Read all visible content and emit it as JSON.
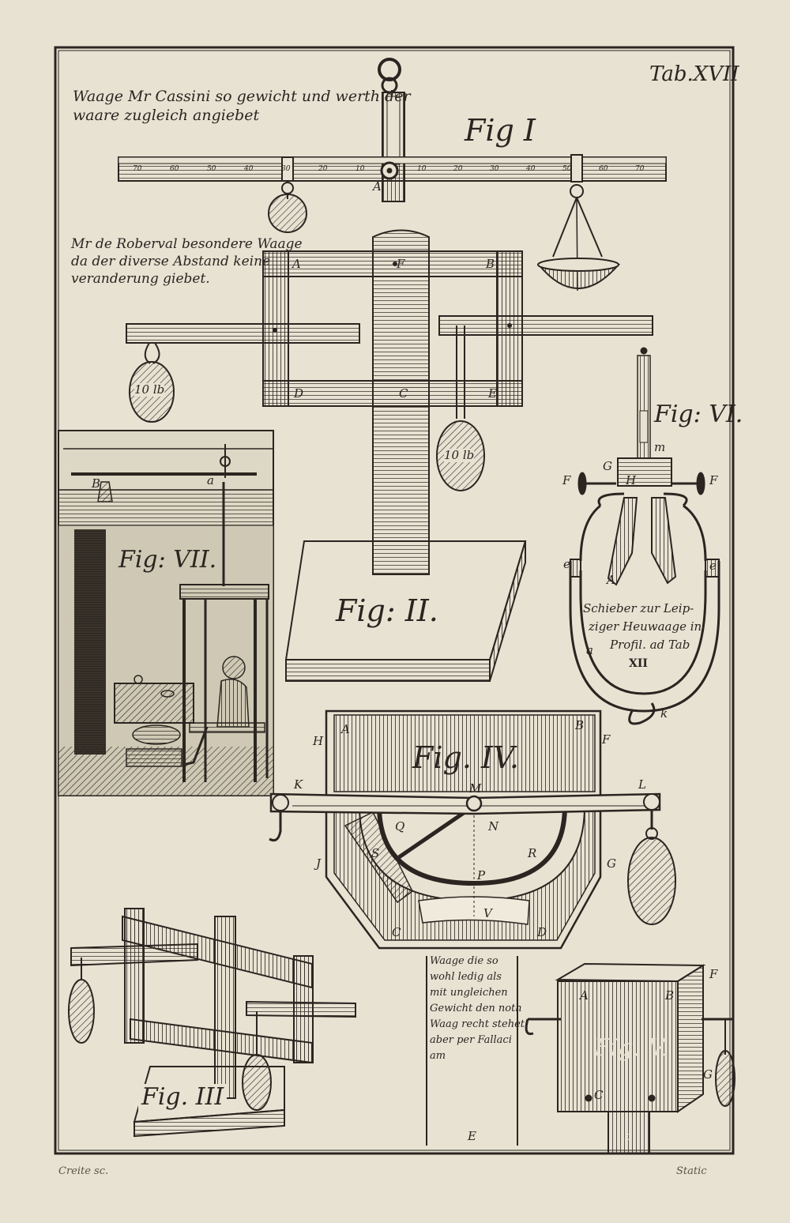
{
  "plate": {
    "tab_label": "Tab.XVII",
    "engraver": "Creite sc.",
    "series": "Static"
  },
  "fig1": {
    "label": "Fig I",
    "caption_line1": "Waage Mr Cassini so gewicht und werth der",
    "caption_line2": "waare zugleich angiebet",
    "pivot_letter": "A",
    "scale_left": [
      "70",
      "60",
      "50",
      "40",
      "30",
      "20",
      "10"
    ],
    "scale_right": [
      "10",
      "20",
      "30",
      "40",
      "50",
      "60",
      "70"
    ]
  },
  "fig2": {
    "label": "Fig: II.",
    "caption_line1": "Mr de Roberval besondere Waage",
    "caption_line2": "da der diverse Abstand keine",
    "caption_line3": "veranderung giebet.",
    "letters": [
      "A",
      "F",
      "B",
      "D",
      "C",
      "E"
    ],
    "weight_left": "10 lb",
    "weight_right": "10 lb"
  },
  "fig3": {
    "label": "Fig. III"
  },
  "fig4": {
    "label": "Fig. IV.",
    "letters": [
      "H",
      "A",
      "B",
      "F",
      "K",
      "M",
      "L",
      "N",
      "Q",
      "R",
      "S",
      "P",
      "J",
      "G",
      "V",
      "C",
      "D"
    ],
    "caption_line1": "Waage die so",
    "caption_line2": "wohl ledig als",
    "caption_line3": "mit ungleichen",
    "caption_line4": "Gewicht den noth",
    "caption_line5": "Waag recht stehet",
    "caption_line6": "aber per Fallaci",
    "caption_line7": "am",
    "bottom_letter": "E"
  },
  "fig5": {
    "label": "Fig. V.",
    "letters": [
      "A",
      "B",
      "F",
      "G",
      "C",
      "b"
    ]
  },
  "fig6": {
    "label": "Fig: VI.",
    "caption_line1": "Schieber zur Leip-",
    "caption_line2": "ziger Heuwaage in",
    "caption_line3": "Profil. ad Tab",
    "caption_line4": "XII",
    "letters": [
      "m",
      "G",
      "H",
      "F",
      "F",
      "e",
      "e",
      "A",
      "a",
      "k"
    ]
  },
  "fig7": {
    "label": "Fig: VII.",
    "letters": [
      "B",
      "a"
    ]
  }
}
